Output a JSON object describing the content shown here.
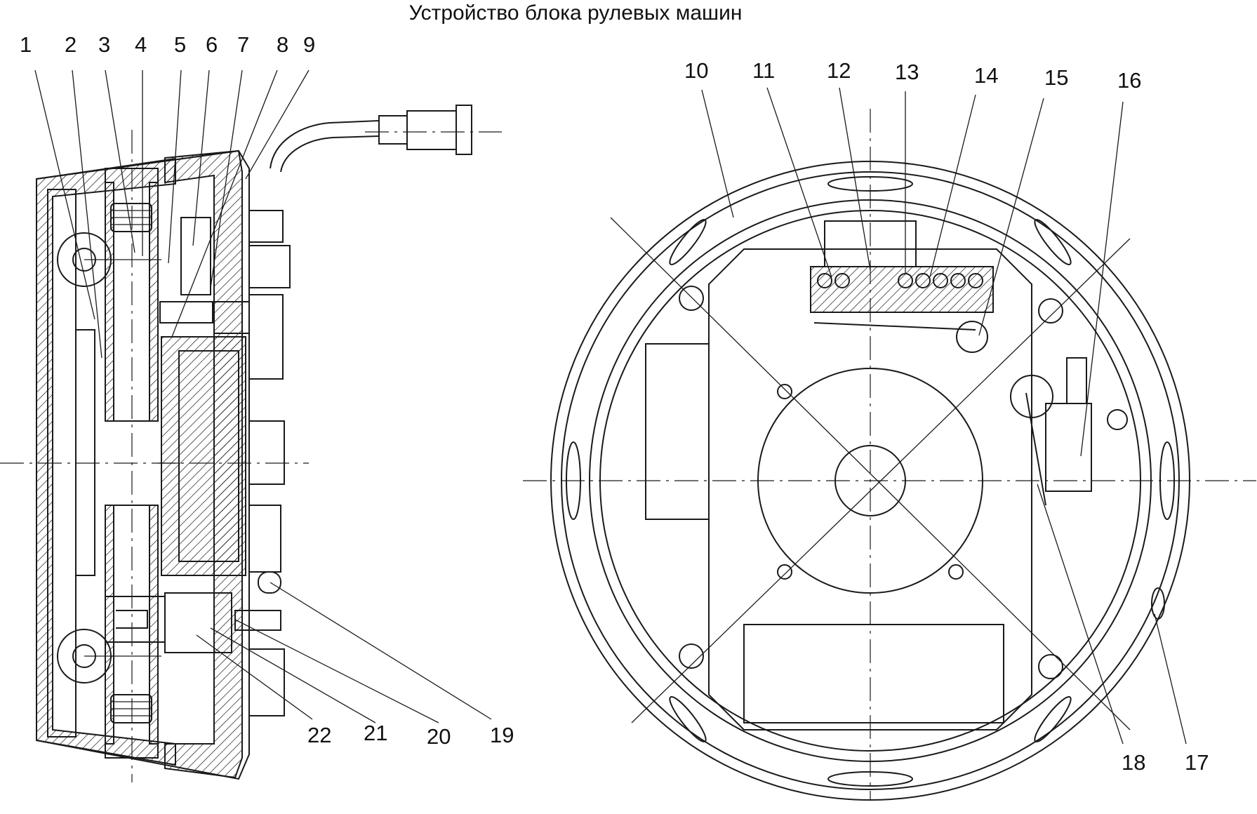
{
  "title": "Устройство блока рулевых машин",
  "callouts": [
    {
      "id": 1,
      "text": "1"
    },
    {
      "id": 2,
      "text": "2"
    },
    {
      "id": 3,
      "text": "3"
    },
    {
      "id": 4,
      "text": "4"
    },
    {
      "id": 5,
      "text": "5"
    },
    {
      "id": 6,
      "text": "6"
    },
    {
      "id": 7,
      "text": "7"
    },
    {
      "id": 8,
      "text": "8"
    },
    {
      "id": 9,
      "text": "9"
    },
    {
      "id": 10,
      "text": "10"
    },
    {
      "id": 11,
      "text": "11"
    },
    {
      "id": 12,
      "text": "12"
    },
    {
      "id": 13,
      "text": "13"
    },
    {
      "id": 14,
      "text": "14"
    },
    {
      "id": 15,
      "text": "15"
    },
    {
      "id": 16,
      "text": "16"
    },
    {
      "id": 17,
      "text": "17"
    },
    {
      "id": 18,
      "text": "18"
    },
    {
      "id": 19,
      "text": "19"
    },
    {
      "id": 20,
      "text": "20"
    },
    {
      "id": 21,
      "text": "21"
    },
    {
      "id": 22,
      "text": "22"
    }
  ]
}
